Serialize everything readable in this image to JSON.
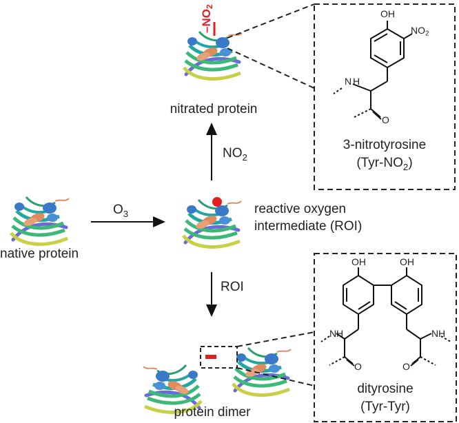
{
  "labels": {
    "native": "native protein",
    "nitrated": "nitrated protein",
    "roi_line1": "reactive oxygen",
    "roi_line2": "intermediate (ROI)",
    "dimer": "protein dimer"
  },
  "arrows": {
    "o3_main": "O",
    "o3_sub": "3",
    "no2_main": "NO",
    "no2_sub": "2",
    "roi": "ROI"
  },
  "no2_tag": {
    "dash_main": "–NO",
    "sub": "2"
  },
  "box_nitro": {
    "name": "3-nitrotyrosine",
    "abbr_main": "(Tyr-NO",
    "abbr_sub": "2",
    "abbr_close": ")",
    "oh": "OH",
    "no2_main": "NO",
    "no2_sub": "2",
    "nh": "N",
    "h": "H",
    "o": "O"
  },
  "box_dityr": {
    "name": "dityrosine",
    "abbr": "(Tyr-Tyr)",
    "oh": "OH",
    "nh": "N",
    "h": "H",
    "o": "O"
  },
  "colors": {
    "arrow": "#111111",
    "nitro_red": "#e02020",
    "dash": "#222222",
    "protein_green": "#3cb878",
    "protein_teal": "#20a8a0",
    "protein_blue": "#3a78c8",
    "protein_orange": "#e08a60",
    "protein_yellow": "#c8d048",
    "protein_violet": "#6a6ad8"
  }
}
